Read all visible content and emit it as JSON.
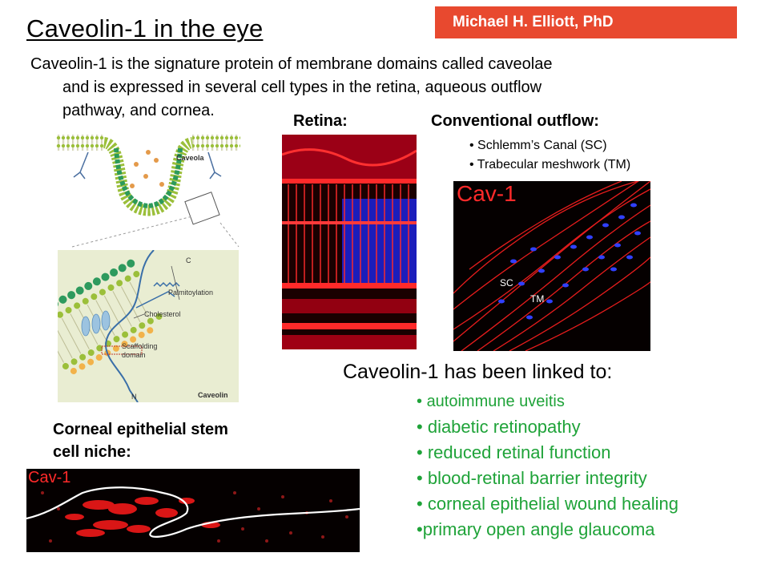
{
  "slide": {
    "title": "Caveolin-1  in the eye",
    "author": "Michael H. Elliott, PhD",
    "intro_line1": "Caveolin-1 is the signature protein of membrane domains called caveolae",
    "intro_line2": "and is expressed in several cell types in the retina, aqueous outflow",
    "intro_line3": "pathway, and cornea.",
    "retina_label": "Retina:",
    "outflow_label": "Conventional outflow:",
    "outflow_items": [
      "Schlemm’s Canal (SC)",
      "Trabecular meshwork (TM)"
    ],
    "corneal_label_line1": "Corneal epithelial stem",
    "corneal_label_line2": "cell niche:",
    "linked_title": "Caveolin-1  has been linked to:",
    "linked_items": [
      "autoimmune uveitis",
      "diabetic retinopathy",
      "reduced retinal function",
      "blood-retinal barrier integrity",
      "corneal epithelial wound healing",
      "primary open angle glaucoma"
    ]
  },
  "diagram": {
    "caveola_label": "Caveola",
    "c_label": "C",
    "n_label": "N",
    "palmitoylation_label": "Palmitoylation",
    "cholesterol_label": "Cholesterol",
    "scaffolding_label": "Scaffolding domain",
    "caveolin_label": "Caveolin"
  },
  "micrographs": {
    "tm_stain_label": "Cav-1",
    "sc_label": "SC",
    "tm_label": "TM",
    "cornea_stain_label": "Cav-1"
  },
  "colors": {
    "author_bg": "#e8492f",
    "green_text": "#1fa339",
    "stain_red": "#ff2020",
    "nuclei_blue": "#2030ff"
  }
}
